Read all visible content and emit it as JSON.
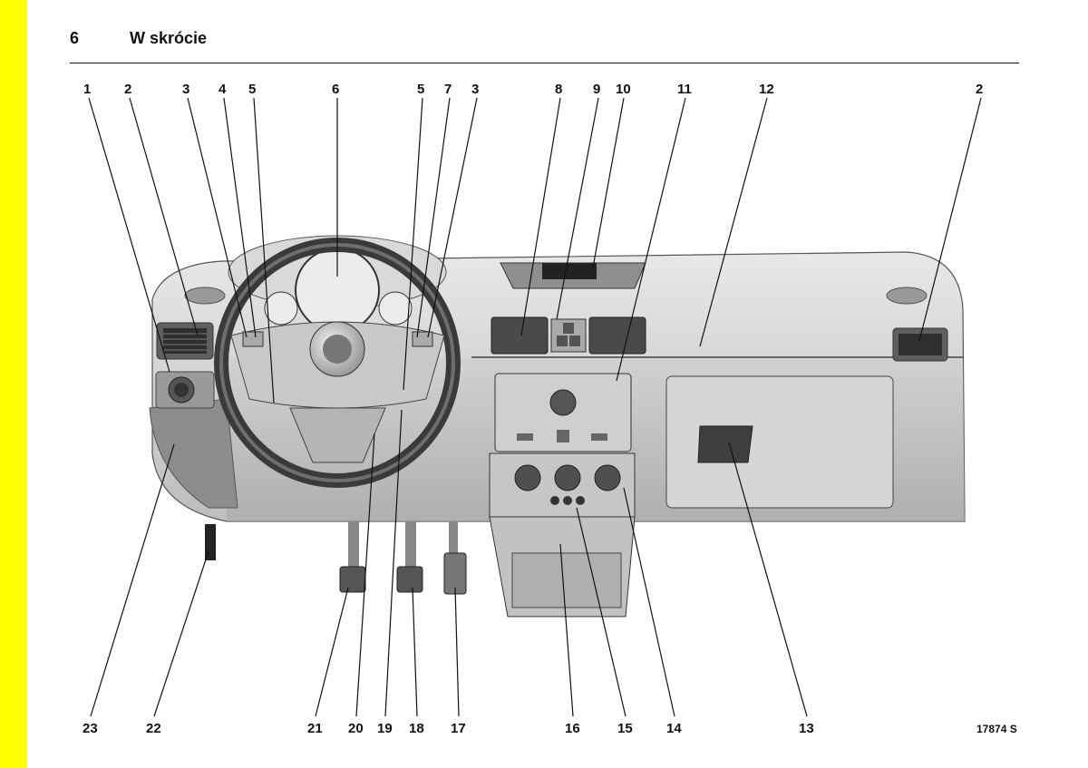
{
  "header": {
    "page_number": "6",
    "title": "W skrócie"
  },
  "figure": {
    "top_callouts": [
      "1",
      "2",
      "3",
      "4",
      "5",
      "6",
      "5",
      "7",
      "3",
      "8",
      "9",
      "10",
      "11",
      "12",
      "2"
    ],
    "bottom_callouts": [
      "23",
      "22",
      "21",
      "20",
      "19",
      "18",
      "17",
      "16",
      "15",
      "14",
      "13"
    ],
    "code": "17874 S"
  },
  "colors": {
    "side_bar": "#ffff00"
  }
}
